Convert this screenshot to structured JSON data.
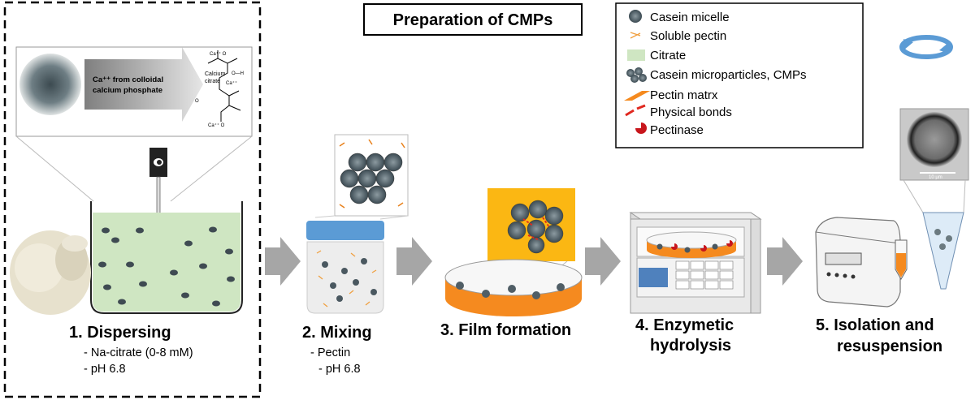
{
  "title": "Preparation of CMPs",
  "legend": {
    "items": [
      {
        "label": "Casein micelle"
      },
      {
        "label": "Soluble pectin"
      },
      {
        "label": "Citrate"
      },
      {
        "label": "Casein microparticles, CMPs"
      },
      {
        "label": "Pectin matrx"
      },
      {
        "label": "Physical bonds"
      },
      {
        "label": "Pectinase"
      }
    ]
  },
  "inset": {
    "arrow_text_1": "Ca⁺⁺ from colloidal",
    "arrow_text_2": "calcium phosphate",
    "chem_label_1": "Calcium",
    "chem_label_2": "citrate",
    "scale_bar": "10 μm"
  },
  "steps": [
    {
      "title": "1.  Dispersing",
      "lines": [
        "- Na-citrate (0-8 mM)",
        "- pH 6.8"
      ]
    },
    {
      "title": "2. Mixing",
      "lines": [
        "- Pectin",
        "- pH 6.8"
      ]
    },
    {
      "title": "3. Film formation",
      "lines": []
    },
    {
      "title": "4. Enzymetic",
      "title2": "hydrolysis",
      "lines": []
    },
    {
      "title": "5. Isolation and",
      "title2": "resuspension",
      "lines": []
    }
  ],
  "colors": {
    "medium_green": "#cfe6c2",
    "pectin_orange": "#f58a1f",
    "film_panel": "#fbb713",
    "legend_bonds": "#e0281f",
    "pectinase": "#c8161c",
    "cap_blue": "#5b9bd5",
    "process_arrow": "#a6a6a6"
  },
  "icons": [
    "rotation-icon",
    "mixer-icon",
    "centrifuge-icon",
    "water-bath-icon",
    "powder-icon"
  ]
}
